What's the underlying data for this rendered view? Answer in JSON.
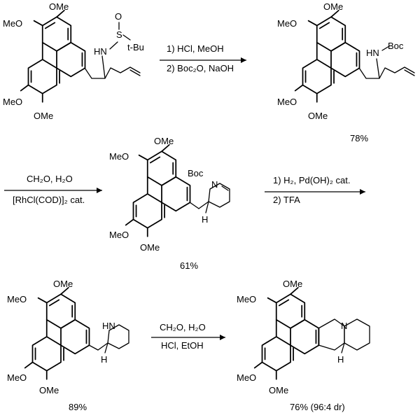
{
  "scheme": {
    "groups": {
      "ome": "OMe",
      "meo": "MeO",
      "hn": "HN",
      "n": "N",
      "boc": "Boc",
      "h": "H",
      "s": "S",
      "o": "O",
      "tbu": "t-Bu"
    },
    "step1": {
      "line1": "1) HCl, MeOH",
      "line2": "2) Boc₂O, NaOH"
    },
    "step2": {
      "line1": "CH₂O, H₂O",
      "line2": "[RhCl(COD)]₂ cat."
    },
    "step3": {
      "line1": "1) H₂, Pd(OH)₂ cat.",
      "line2": "2) TFA"
    },
    "step4": {
      "line1": "CH₂O, H₂O",
      "line2": "HCl, EtOH"
    },
    "yields": {
      "boc_amine": "78%",
      "tetrahydropyridine": "61%",
      "piperidine": "89%",
      "final": "76% (96:4 dr)"
    }
  }
}
